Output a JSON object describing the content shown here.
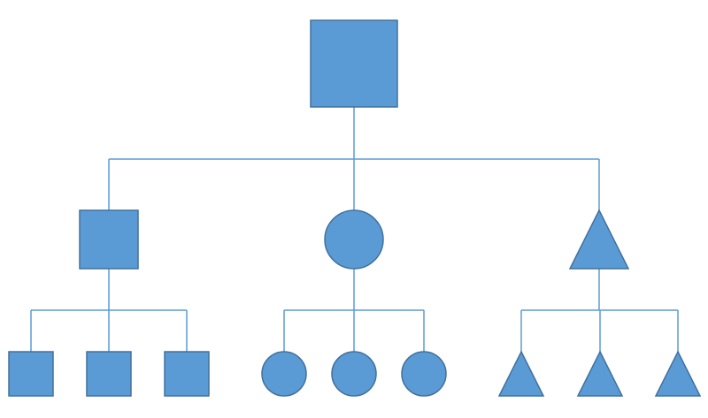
{
  "diagram": {
    "type": "hierarchy-tree",
    "colors": {
      "fill": "#5b9bd5",
      "stroke": "#41719c",
      "connector": "#5b9bd5",
      "background": "#ffffff"
    },
    "root": {
      "shape": "square",
      "children": [
        {
          "shape": "square",
          "children": [
            {
              "shape": "square"
            },
            {
              "shape": "square"
            },
            {
              "shape": "square"
            }
          ]
        },
        {
          "shape": "circle",
          "children": [
            {
              "shape": "circle"
            },
            {
              "shape": "circle"
            },
            {
              "shape": "circle"
            }
          ]
        },
        {
          "shape": "triangle",
          "children": [
            {
              "shape": "triangle"
            },
            {
              "shape": "triangle"
            },
            {
              "shape": "triangle"
            }
          ]
        }
      ]
    }
  }
}
